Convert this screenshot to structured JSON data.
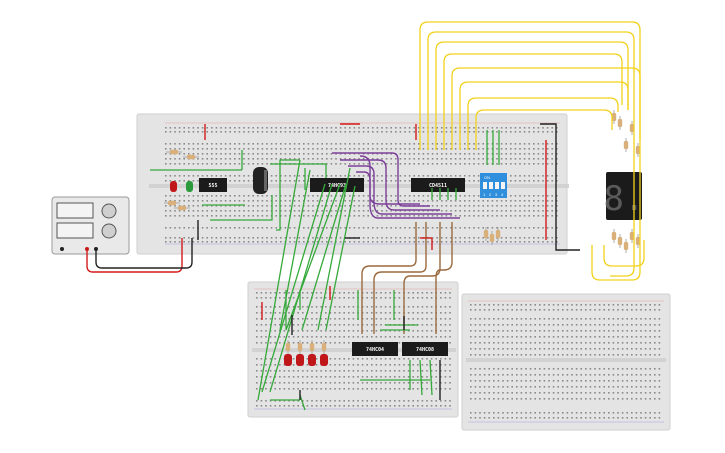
{
  "circuit": {
    "chips": {
      "timer": "555",
      "counter": "74HC93",
      "decoder": "CD4511",
      "inverter": "74HC04",
      "and_gate": "74HC08"
    },
    "dip_switch": {
      "label": "ON",
      "positions": [
        "1",
        "2",
        "3",
        "4"
      ]
    },
    "seven_segment_digit": "8.",
    "colors": {
      "breadboard": "#e4e4e4",
      "wire_green": "#35a93a",
      "wire_yellow": "#f2d21b",
      "wire_purple": "#7c3e9a",
      "wire_brown": "#9a6a3e",
      "wire_red": "#d21a1a",
      "wire_black": "#222222",
      "chip": "#1b1b1b",
      "dip_switch": "#2f8fdc",
      "led_red": "#c0171a",
      "led_green": "#2a9a3a"
    },
    "icons": [
      "power-supply-icon",
      "capacitor-icon",
      "resistor-icon",
      "led-icon",
      "seven-segment-display-icon"
    ]
  }
}
